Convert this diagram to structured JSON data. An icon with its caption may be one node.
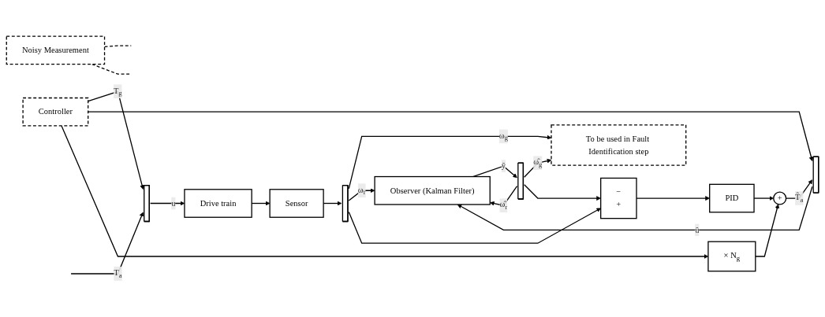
{
  "diagram": {
    "nodes": [
      {
        "text": [
          "Controller"
        ]
      },
      {
        "text": [],
        "shape": "bar"
      },
      {
        "text": [
          "Drive train"
        ]
      },
      {
        "text": [
          "Sensor"
        ]
      },
      {
        "text": [],
        "shape": "bar"
      },
      {
        "text": [
          "Noisy Measurement"
        ]
      },
      {
        "text": [
          "To be used in Fault Identification step"
        ]
      },
      {
        "text": [],
        "shape": "bar"
      },
      {
        "text": [
          "× N$_{g}$"
        ]
      },
      {
        "text": [
          "+"
        ]
      },
      {
        "text": [
          "PID"
        ]
      },
      {
        "text": [
          "Observer (Kalman Filter)"
        ]
      },
      {
        "text": [],
        "shape": "bar"
      },
      {
        "text": [
          "−",
          "+"
        ]
      }
    ],
    "edges": [
      {
        "from": 0,
        "to": 1,
        "arrow": "to",
        "label": "T$_{g}$"
      },
      {
        "from": null,
        "to": 1,
        "arrow": "to",
        "label": "T$_{a}$"
      },
      {
        "from": 1,
        "to": 2,
        "arrow": "to",
        "label": "u"
      },
      {
        "from": 2,
        "to": 3,
        "arrow": "to"
      },
      {
        "from": 3,
        "to": 4,
        "arrow": "to"
      },
      {
        "from": 4,
        "to": 6,
        "arrow": "to",
        "label": "ω$_{g}$"
      },
      {
        "from": 4,
        "to": 11,
        "arrow": "to",
        "label": "ω$_{r}$"
      },
      {
        "from": 4,
        "to": 13,
        "arrow": "to"
      },
      {
        "from": 5,
        "to": null,
        "arrow": "none",
        "style": "dashed"
      },
      {
        "from": 5,
        "to": null,
        "arrow": "none",
        "style": "dashed"
      },
      {
        "from": 0,
        "to": 7,
        "arrow": "to"
      },
      {
        "from": 0,
        "to": 8,
        "arrow": "to"
      },
      {
        "from": 8,
        "to": 9,
        "arrow": "to"
      },
      {
        "from": 10,
        "to": 9,
        "arrow": "to"
      },
      {
        "from": 9,
        "to": 7,
        "arrow": "to",
        "label": "T̂$_{a}$"
      },
      {
        "from": 7,
        "to": 11,
        "arrow": "to",
        "label": "û"
      },
      {
        "from": 11,
        "to": 12,
        "arrow": "to",
        "label": "ŷ"
      },
      {
        "from": 12,
        "to": 6,
        "arrow": "to",
        "label": "ω̂$_{g}$"
      },
      {
        "from": 12,
        "to": 11,
        "arrow": "to",
        "label": "ω̂$_{r}$"
      },
      {
        "from": 12,
        "to": 13,
        "arrow": "to"
      },
      {
        "from": 13,
        "to": 10,
        "arrow": "to"
      }
    ]
  }
}
